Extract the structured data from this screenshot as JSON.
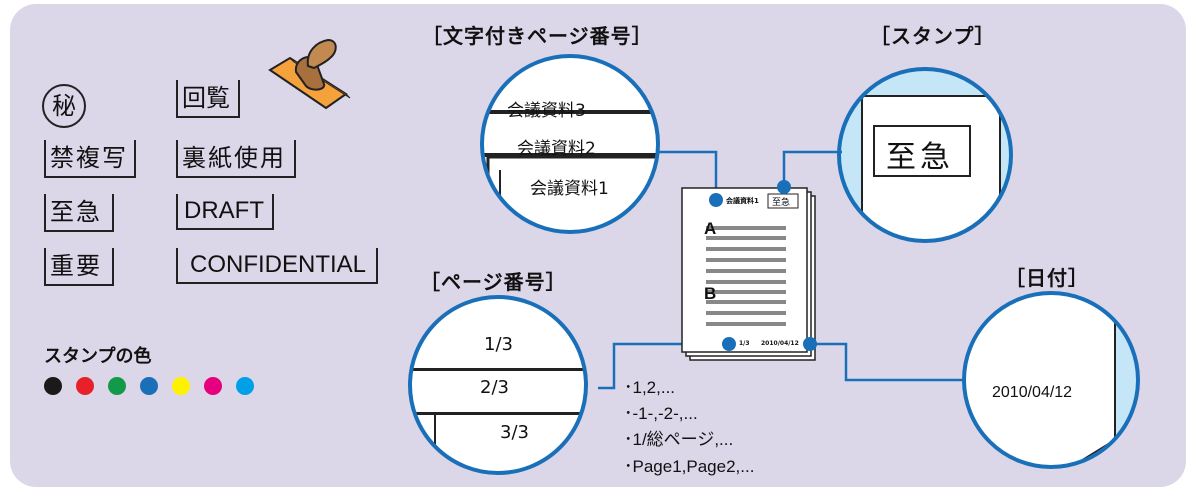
{
  "stamps": {
    "secret": "秘",
    "circulation": "回覧",
    "no_copy": "禁複写",
    "reuse": "裏紙使用",
    "urgent": "至急",
    "draft": "DRAFT",
    "important": "重要",
    "confidential": "CONFIDENTIAL"
  },
  "stamp_colors": {
    "label": "スタンプの色",
    "colors": [
      "#1a1a1a",
      "#e8202a",
      "#129a48",
      "#1a70b8",
      "#fff200",
      "#e6007e",
      "#00a0e9"
    ]
  },
  "sections": {
    "text_page_number": "［文字付きページ番号］",
    "stamp": "［スタンプ］",
    "page_number": "［ページ番号］",
    "date": "［日付］"
  },
  "text_page_circle": {
    "items": [
      "会議資料3",
      "会議資料2",
      "会議資料1"
    ]
  },
  "stamp_circle": {
    "text": "至急"
  },
  "page_number_circle": {
    "items": [
      "1/3",
      "2/3",
      "3/3"
    ]
  },
  "date_circle": {
    "text": "2010/04/12"
  },
  "document": {
    "header_text": "会議資料1",
    "header_stamp": "至急",
    "section_a": "A",
    "section_b": "B",
    "footer_page": "1/3",
    "footer_date": "2010/04/12"
  },
  "page_formats": [
    "･1,2,...",
    "･-1-,-2-,...",
    "･1/総ページ,...",
    "･Page1,Page2,..."
  ],
  "colors": {
    "panel": "#dcd6e9",
    "accent_blue": "#1a70b8",
    "circle_fill": "#c5e6f6",
    "stamp_orange": "#f5a23c"
  }
}
